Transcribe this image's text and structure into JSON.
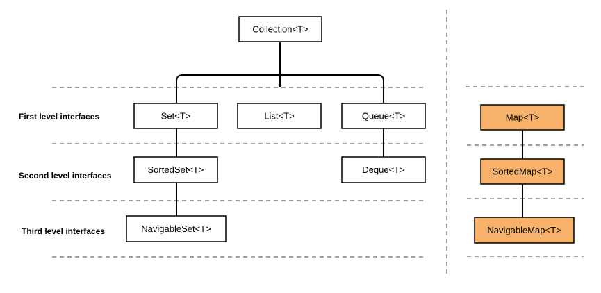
{
  "levels": {
    "first": "First level interfaces",
    "second": "Second level interfaces",
    "third": "Third level interfaces"
  },
  "nodes": {
    "collection": "Collection<T>",
    "set": "Set<T>",
    "list": "List<T>",
    "queue": "Queue<T>",
    "sorted_set": "SortedSet<T>",
    "deque": "Deque<T>",
    "navigable_set": "NavigableSet<T>",
    "map": "Map<T>",
    "sorted_map": "SortedMap<T>",
    "navigable_map": "NavigableMap<T>"
  },
  "colors": {
    "map_fill": "#f6b26b",
    "box_fill": "#ffffff",
    "stroke": "#000000",
    "dash": "#808080"
  }
}
